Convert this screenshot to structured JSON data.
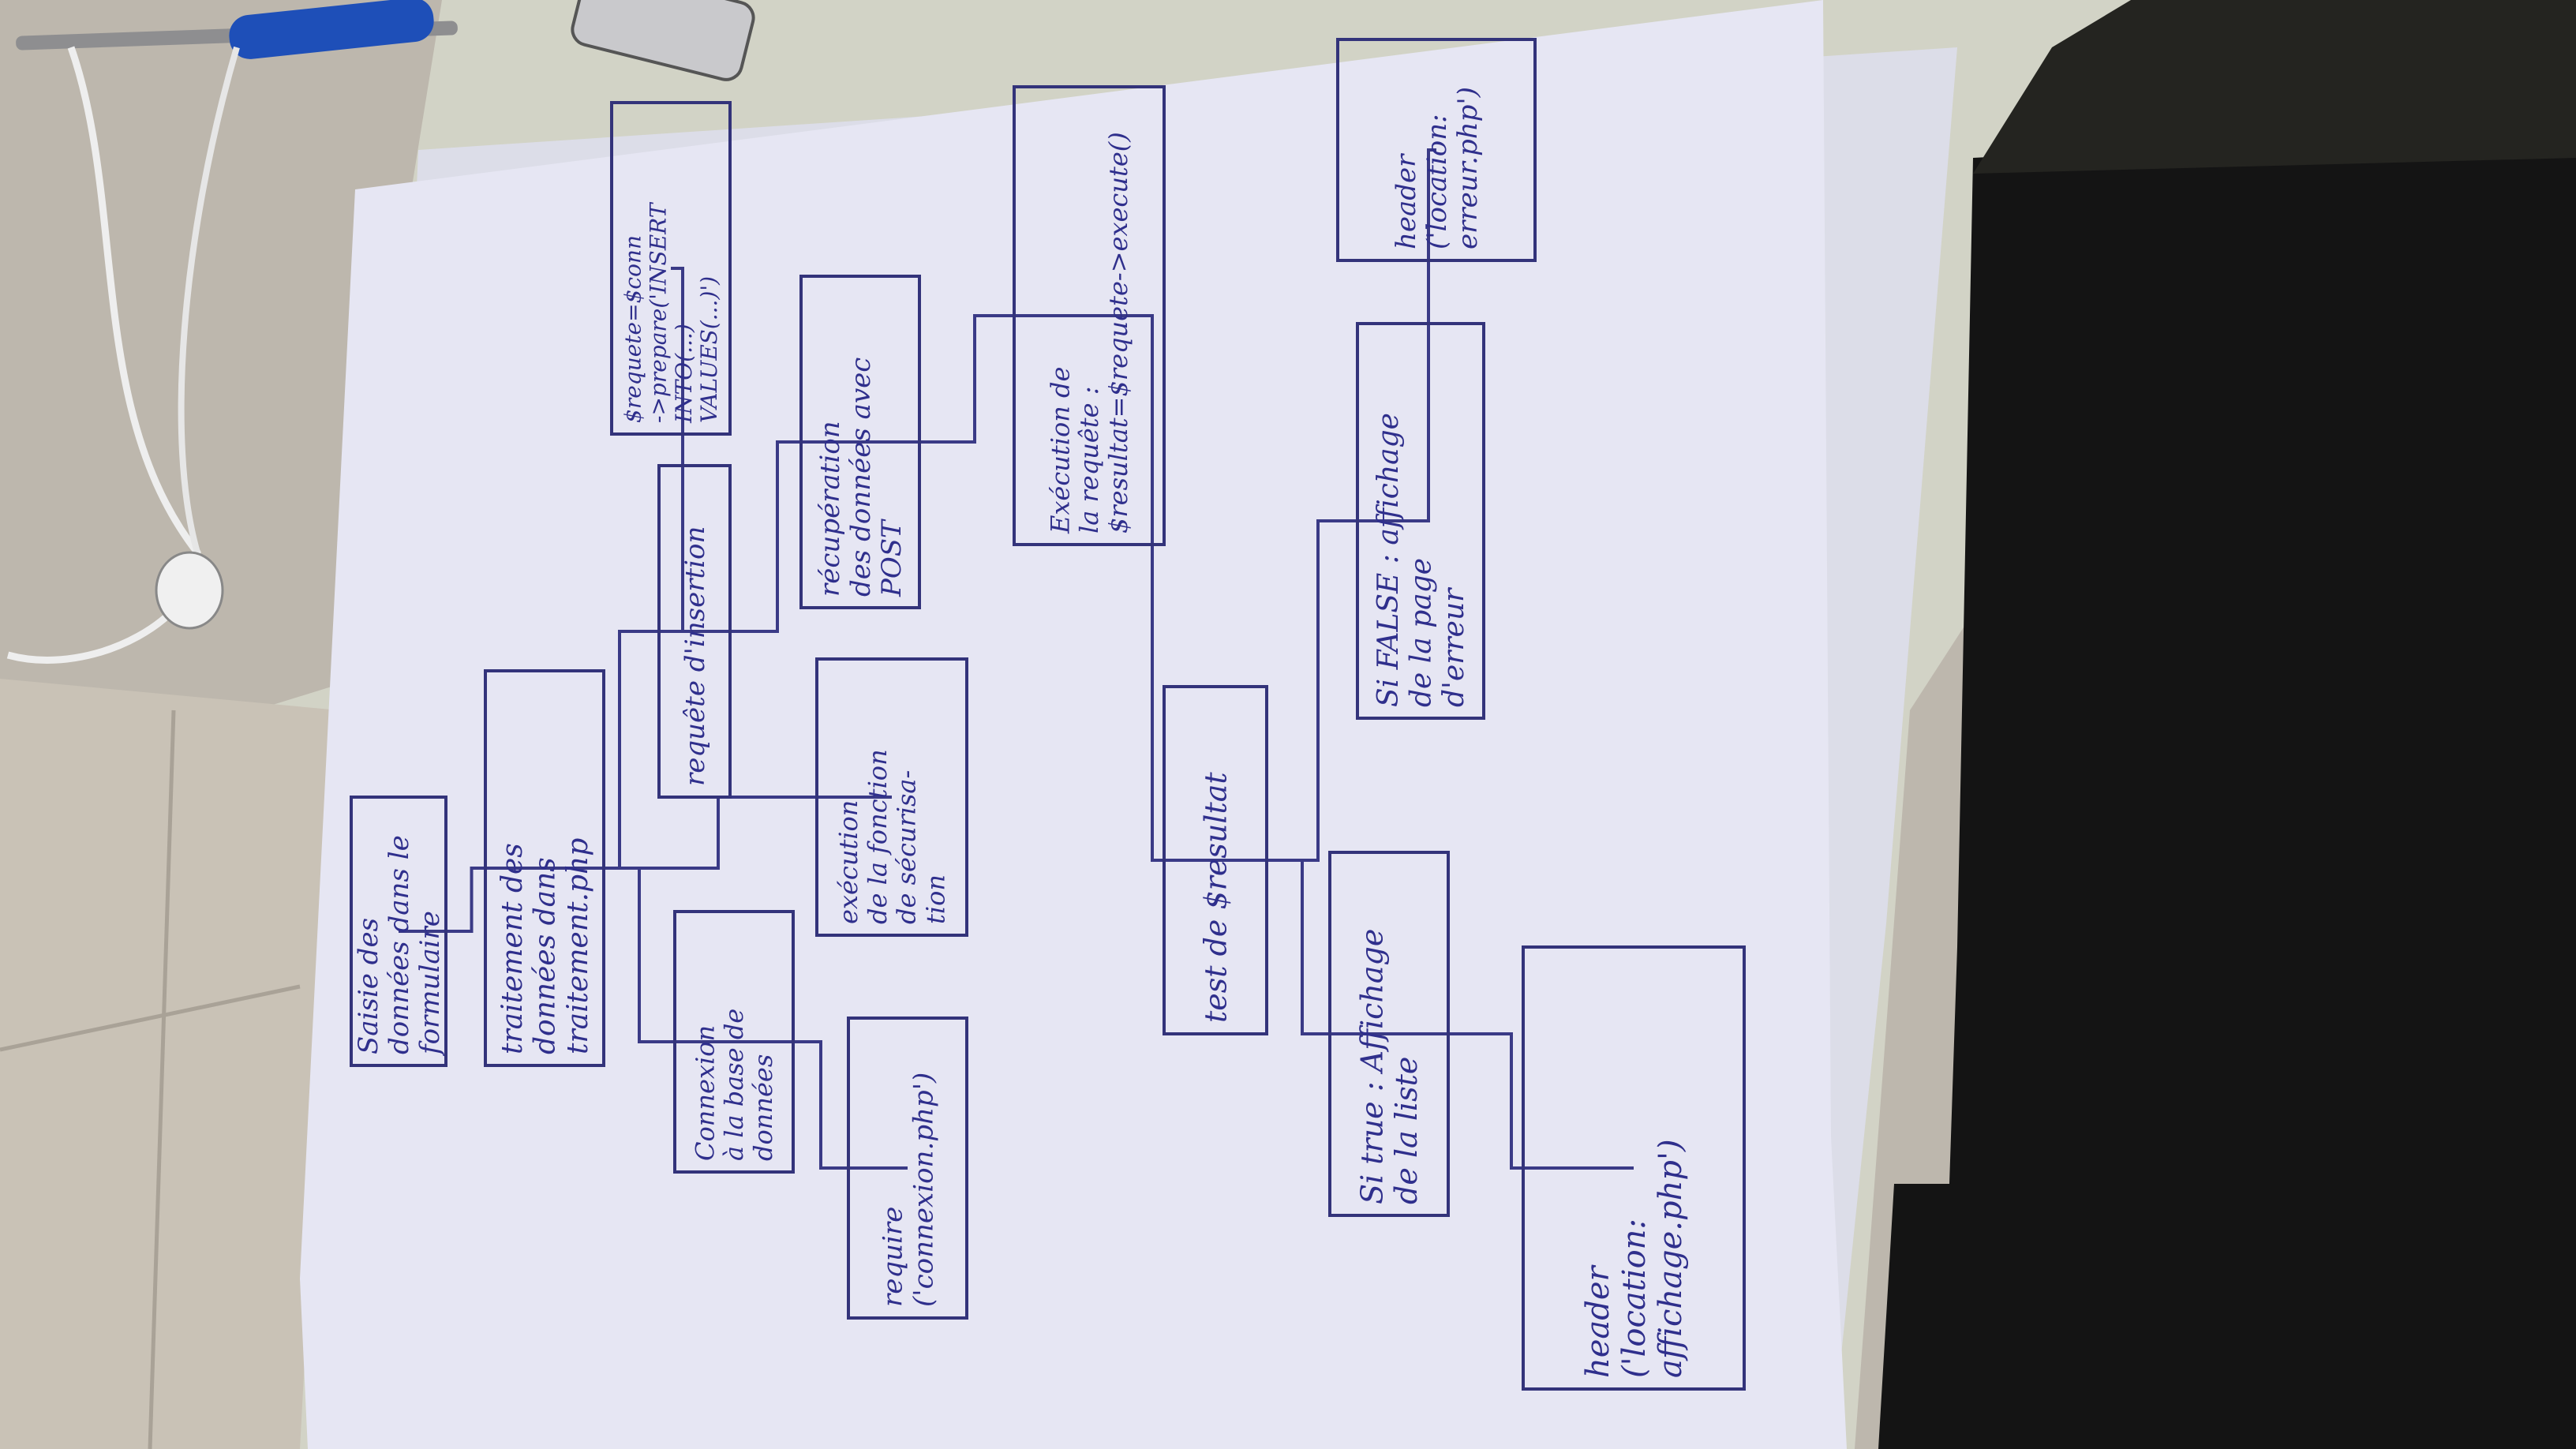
{
  "colors": {
    "ink": "#2f2f8c",
    "paper": "#e6e6f3",
    "desk": "#d3d4c6",
    "tile": "#b9b3a8",
    "dark_object": "#161616"
  },
  "diagram": {
    "nodes": [
      {
        "id": "saisie",
        "lines": [
          "Saisie des",
          "données dans le",
          "formulaire"
        ]
      },
      {
        "id": "traitement",
        "lines": [
          "traitement des",
          "données dans",
          "traitement.php"
        ]
      },
      {
        "id": "connexion",
        "lines": [
          "Connexion",
          "à la base de",
          "données"
        ]
      },
      {
        "id": "require",
        "lines": [
          "require",
          "('connexion.php')"
        ]
      },
      {
        "id": "execution_fonction",
        "lines": [
          "exécution",
          "de la fonction",
          "de sécurisa-",
          "tion"
        ]
      },
      {
        "id": "requete_insertion",
        "lines": [
          "requête d'insertion"
        ]
      },
      {
        "id": "prepare",
        "lines": [
          "$requete=$conn",
          "->prepare('INSERT",
          "INTO(...)",
          "VALUES(...)')"
        ]
      },
      {
        "id": "recuperation",
        "lines": [
          "récupération",
          "des données avec",
          "POST"
        ]
      },
      {
        "id": "execution_requete",
        "lines": [
          "Exécution de",
          "la requête :",
          "$resultat=$requete->execute()"
        ]
      },
      {
        "id": "test",
        "lines": [
          "test de $resultat"
        ]
      },
      {
        "id": "si_true",
        "lines": [
          "Si true : Affichage",
          "de la liste"
        ]
      },
      {
        "id": "si_false",
        "lines": [
          "Si FALSE : affichage",
          "de la page",
          "d'erreur"
        ]
      },
      {
        "id": "header_affichage",
        "lines": [
          "header",
          "('location:",
          "affichage.php')"
        ]
      },
      {
        "id": "header_erreur",
        "lines": [
          "header",
          "('location:",
          "erreur.php')"
        ]
      }
    ]
  }
}
